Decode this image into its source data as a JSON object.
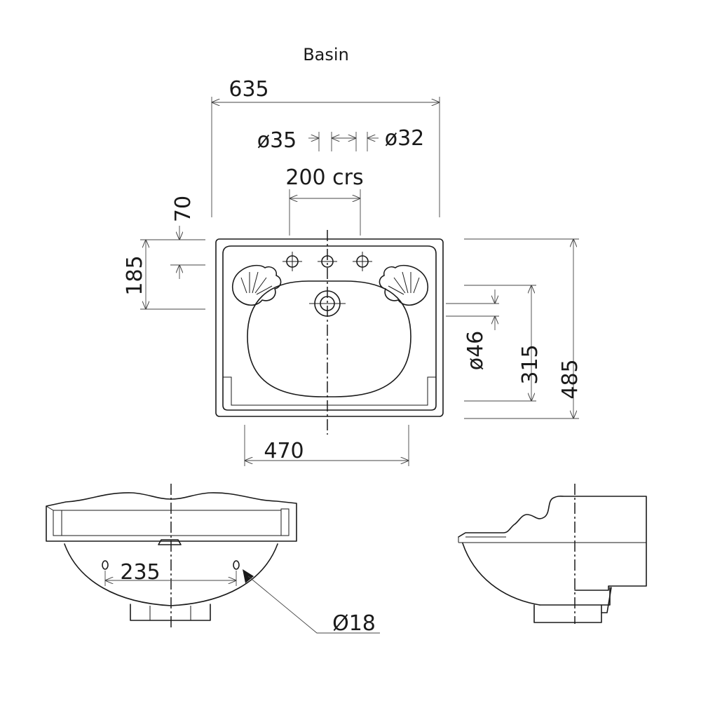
{
  "title": "Basin",
  "dimensions": {
    "overall_width": "635",
    "tap_hole_left": "ø35",
    "tap_hole_right": "ø32",
    "tap_centres": "200 crs",
    "rear_to_tap": "70",
    "rear_to_waste_left": "185",
    "waste_diameter": "ø46",
    "rear_to_waste_right": "315",
    "overall_depth": "485",
    "bowl_width": "470",
    "fixing_centres": "235",
    "fixing_hole": "Ø18"
  }
}
